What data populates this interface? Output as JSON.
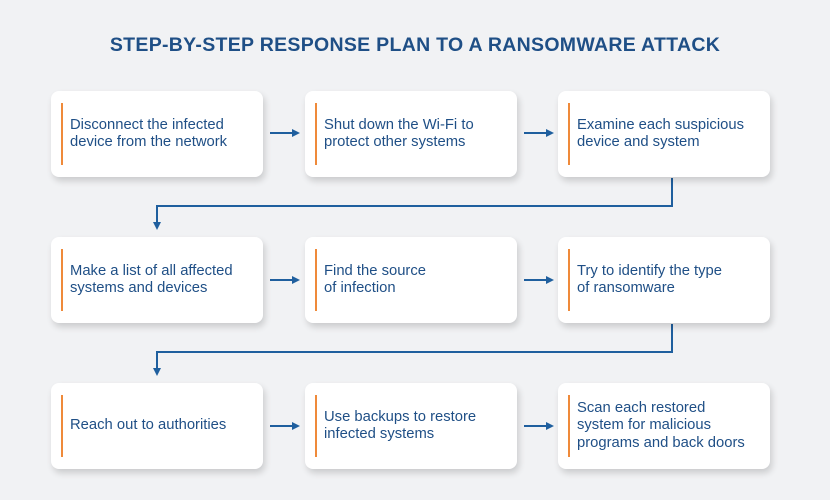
{
  "title": "STEP-BY-STEP RESPONSE PLAN TO A RANSOMWARE ATTACK",
  "colors": {
    "background": "#f1f2f4",
    "title": "#1f4f86",
    "text": "#1f4f86",
    "accent": "#ef8a3a",
    "arrow": "#1f5f9e"
  },
  "steps": [
    {
      "line1": "Disconnect the infected",
      "line2": "device from the network",
      "line3": ""
    },
    {
      "line1": "Shut down the Wi-Fi to",
      "line2": "protect other systems",
      "line3": ""
    },
    {
      "line1": "Examine each suspicious",
      "line2": "device and system",
      "line3": ""
    },
    {
      "line1": "Make a list of all affected",
      "line2": "systems and devices",
      "line3": ""
    },
    {
      "line1": "Find the source",
      "line2": "of infection",
      "line3": ""
    },
    {
      "line1": "Try to identify the type",
      "line2": "of ransomware",
      "line3": ""
    },
    {
      "line1": "Reach out to authorities",
      "line2": "",
      "line3": ""
    },
    {
      "line1": "Use backups to restore",
      "line2": "infected systems",
      "line3": ""
    },
    {
      "line1": "Scan each restored",
      "line2": "system for malicious",
      "line3": "programs and back doors"
    }
  ]
}
